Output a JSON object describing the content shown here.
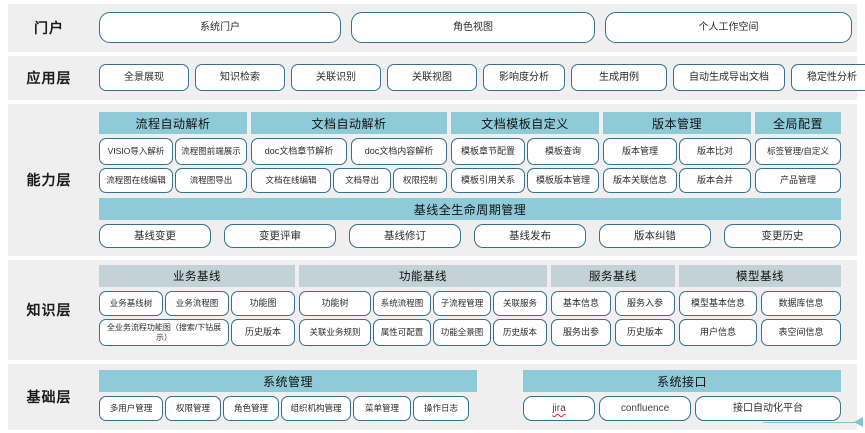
{
  "layers": [
    {
      "id": "portal",
      "label": "门户",
      "items": [
        "系统门户",
        "角色视图",
        "个人工作空间"
      ]
    },
    {
      "id": "application",
      "label": "应用层",
      "items": [
        "全景展现",
        "知识检索",
        "关联识别",
        "关联视图",
        "影响度分析",
        "生成用例",
        "自动生成导出文档",
        "稳定性分析"
      ]
    },
    {
      "id": "capability",
      "label": "能力层",
      "groups": [
        {
          "title": "流程自动解析",
          "row1": [
            "VISIO导入解析",
            "流程图前端展示"
          ],
          "row2": [
            "流程图在线编辑",
            "流程图导出"
          ]
        },
        {
          "title": "文档自动解析",
          "row1": [
            "doc文档章节解析",
            "doc文档内容解析"
          ],
          "row2": [
            "文档在线编辑",
            "文档导出",
            "权限控制"
          ]
        },
        {
          "title": "文档模板自定义",
          "row1": [
            "模板章节配置",
            "模板查询"
          ],
          "row2": [
            "模板引用关系",
            "模板版本管理"
          ]
        },
        {
          "title": "版本管理",
          "row1": [
            "版本管理",
            "版本比对"
          ],
          "row2": [
            "版本关联信息",
            "版本合并"
          ]
        },
        {
          "title": "全局配置",
          "row1": [
            "标签管理/自定义"
          ],
          "row2": [
            "产品管理"
          ]
        }
      ],
      "lifecycle": {
        "title": "基线全生命周期管理",
        "items": [
          "基线变更",
          "变更评审",
          "基线修订",
          "基线发布",
          "版本纠错",
          "变更历史"
        ]
      }
    },
    {
      "id": "knowledge",
      "label": "知识层",
      "groups": [
        {
          "title": "业务基线",
          "row1": [
            "业务基线树",
            "业务流程图",
            "功能图"
          ],
          "row2": [
            "全业务流程功能图（搜索/下钻展示）",
            "历史版本"
          ]
        },
        {
          "title": "功能基线",
          "row1": [
            "功能树",
            "系统流程图",
            "子流程管理",
            "关联服务"
          ],
          "row2": [
            "关联业务规则",
            "属性可配置",
            "功能全景图",
            "历史版本"
          ]
        },
        {
          "title": "服务基线",
          "row1": [
            "基本信息",
            "服务入参"
          ],
          "row2": [
            "服务出参",
            "历史版本"
          ]
        },
        {
          "title": "模型基线",
          "row1": [
            "模型基本信息",
            "数据库信息"
          ],
          "row2": [
            "用户信息",
            "表空间信息"
          ]
        }
      ]
    },
    {
      "id": "foundation",
      "label": "基础层",
      "groups": [
        {
          "title": "系统管理",
          "items": [
            "多用户管理",
            "权限管理",
            "角色管理",
            "组织机构管理",
            "菜单管理",
            "操作日志"
          ]
        },
        {
          "title": "系统接口",
          "items": [
            "jira",
            "confluence",
            "接口自动化平台"
          ]
        }
      ]
    }
  ],
  "colors": {
    "band_bg": "#efefef",
    "pill_border": "#35708f",
    "header_teal": "#8ecad8",
    "header_gray": "#c3d2d6",
    "arrow": "#7fc4d2"
  }
}
